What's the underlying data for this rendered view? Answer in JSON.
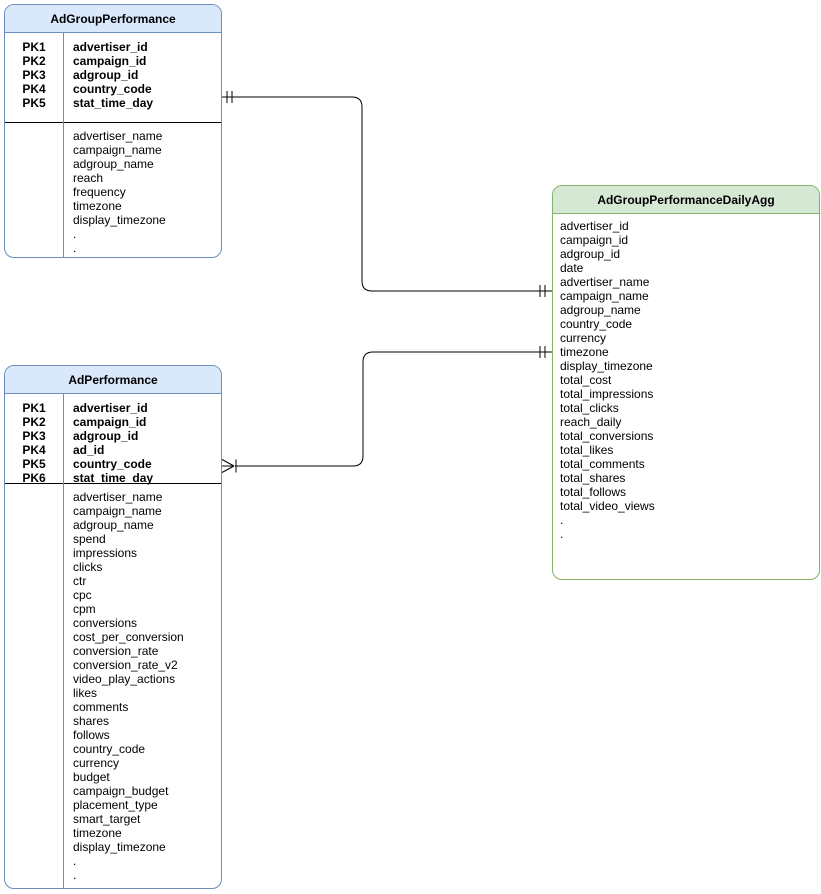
{
  "tables": [
    {
      "title": "AdGroupPerformance",
      "pk_rows": [
        {
          "key": "PK1",
          "field": "advertiser_id"
        },
        {
          "key": "PK2",
          "field": "campaign_id"
        },
        {
          "key": "PK3",
          "field": "adgroup_id"
        },
        {
          "key": "PK4",
          "field": "country_code"
        },
        {
          "key": "PK5",
          "field": "stat_time_day"
        }
      ],
      "fields": [
        "advertiser_name",
        "campaign_name",
        "adgroup_name",
        "reach",
        "frequency",
        "timezone",
        "display_timezone",
        ".",
        "."
      ]
    },
    {
      "title": "AdPerformance",
      "pk_rows": [
        {
          "key": "PK1",
          "field": "advertiser_id"
        },
        {
          "key": "PK2",
          "field": "campaign_id"
        },
        {
          "key": "PK3",
          "field": "adgroup_id"
        },
        {
          "key": "PK4",
          "field": "ad_id"
        },
        {
          "key": "PK5",
          "field": "country_code"
        },
        {
          "key": "PK6",
          "field": "stat_time_day"
        }
      ],
      "fields": [
        "advertiser_name",
        "campaign_name",
        "adgroup_name",
        "spend",
        "impressions",
        "clicks",
        "ctr",
        "cpc",
        "cpm",
        "conversions",
        "cost_per_conversion",
        "conversion_rate",
        "conversion_rate_v2",
        "video_play_actions",
        "likes",
        "comments",
        "shares",
        "follows",
        "country_code",
        "currency",
        "budget",
        "campaign_budget",
        "placement_type",
        "smart_target",
        "timezone",
        "display_timezone",
        ".",
        "."
      ]
    },
    {
      "title": "AdGroupPerformanceDailyAgg",
      "pk_rows": [],
      "fields": [
        "advertiser_id",
        "campaign_id",
        "adgroup_id",
        "date",
        "advertiser_name",
        "campaign_name",
        "adgroup_name",
        "country_code",
        "currency",
        "timezone",
        "display_timezone",
        "total_cost",
        "total_impressions",
        "total_clicks",
        "reach_daily",
        "total_conversions",
        "total_likes",
        "total_comments",
        "total_shares",
        "total_follows",
        "total_video_views",
        ".",
        "."
      ]
    }
  ],
  "relationships": [
    {
      "from": "AdGroupPerformance",
      "to": "AdGroupPerformanceDailyAgg",
      "from_cardinality": "one-and-only-one",
      "to_cardinality": "one-and-only-one"
    },
    {
      "from": "AdPerformance",
      "to": "AdGroupPerformanceDailyAgg",
      "from_cardinality": "many",
      "to_cardinality": "one-and-only-one"
    }
  ],
  "colors": {
    "blue_fill": "#dae8fc",
    "blue_stroke": "#6c8ebf",
    "green_fill": "#d5e8d4",
    "green_stroke": "#82b366",
    "divider": "#000000",
    "line": "#000000",
    "text": "#000000",
    "background": "#ffffff"
  }
}
